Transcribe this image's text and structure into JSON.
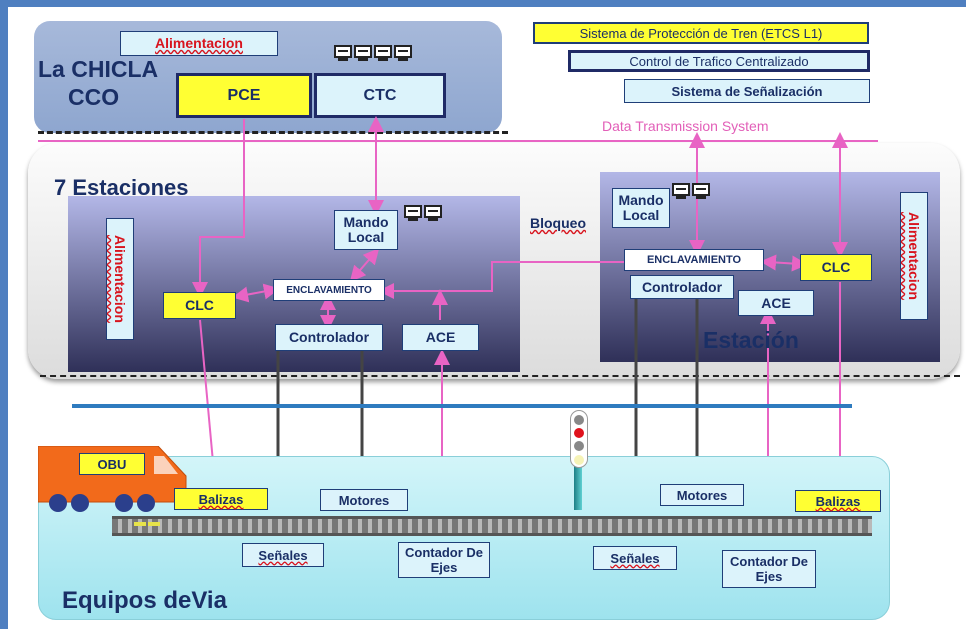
{
  "cco": {
    "name_line1": "La CHICLA",
    "name_line2": "CCO",
    "alimentacion": "Alimentacion",
    "pce": "PCE",
    "ctc": "CTC"
  },
  "legend": {
    "etcs": "Sistema de Protección de Tren (ETCS L1)",
    "ctc": "Control de Trafico Centralizado",
    "senalizacion": "Sistema de Señalización"
  },
  "network": {
    "data_transmission": "Data Transmission System",
    "bloqueo": "Bloqueo"
  },
  "estaciones": {
    "title": "7 Estaciones",
    "alimentacion": "Alimentacion",
    "mando_local": "Mando Local",
    "enclavamiento": "ENCLAVAMIENTO",
    "clc": "CLC",
    "controlador": "Controlador",
    "ace": "ACE"
  },
  "estacion": {
    "title": "Estación",
    "mando_local": "Mando Local",
    "enclavamiento": "ENCLAVAMIENTO",
    "clc": "CLC",
    "controlador": "Controlador",
    "ace": "ACE",
    "alimentacion": "Alimentacion"
  },
  "via": {
    "title": "Equipos deVia",
    "obu": "OBU",
    "balizas_left": "Balizas",
    "balizas_right": "Balizas",
    "motores_left": "Motores",
    "motores_right": "Motores",
    "senales_left": "Señales",
    "senales_right": "Señales",
    "contador_left": "Contador De Ejes",
    "contador_right": "Contador De Ejes"
  },
  "colors": {
    "pink_link": "#e864c4",
    "dark_link": "#555555",
    "box_border": "#1f3e78",
    "yellow": "#ffff33",
    "light_box": "#dcf3fb",
    "red_text": "#d8141e"
  }
}
